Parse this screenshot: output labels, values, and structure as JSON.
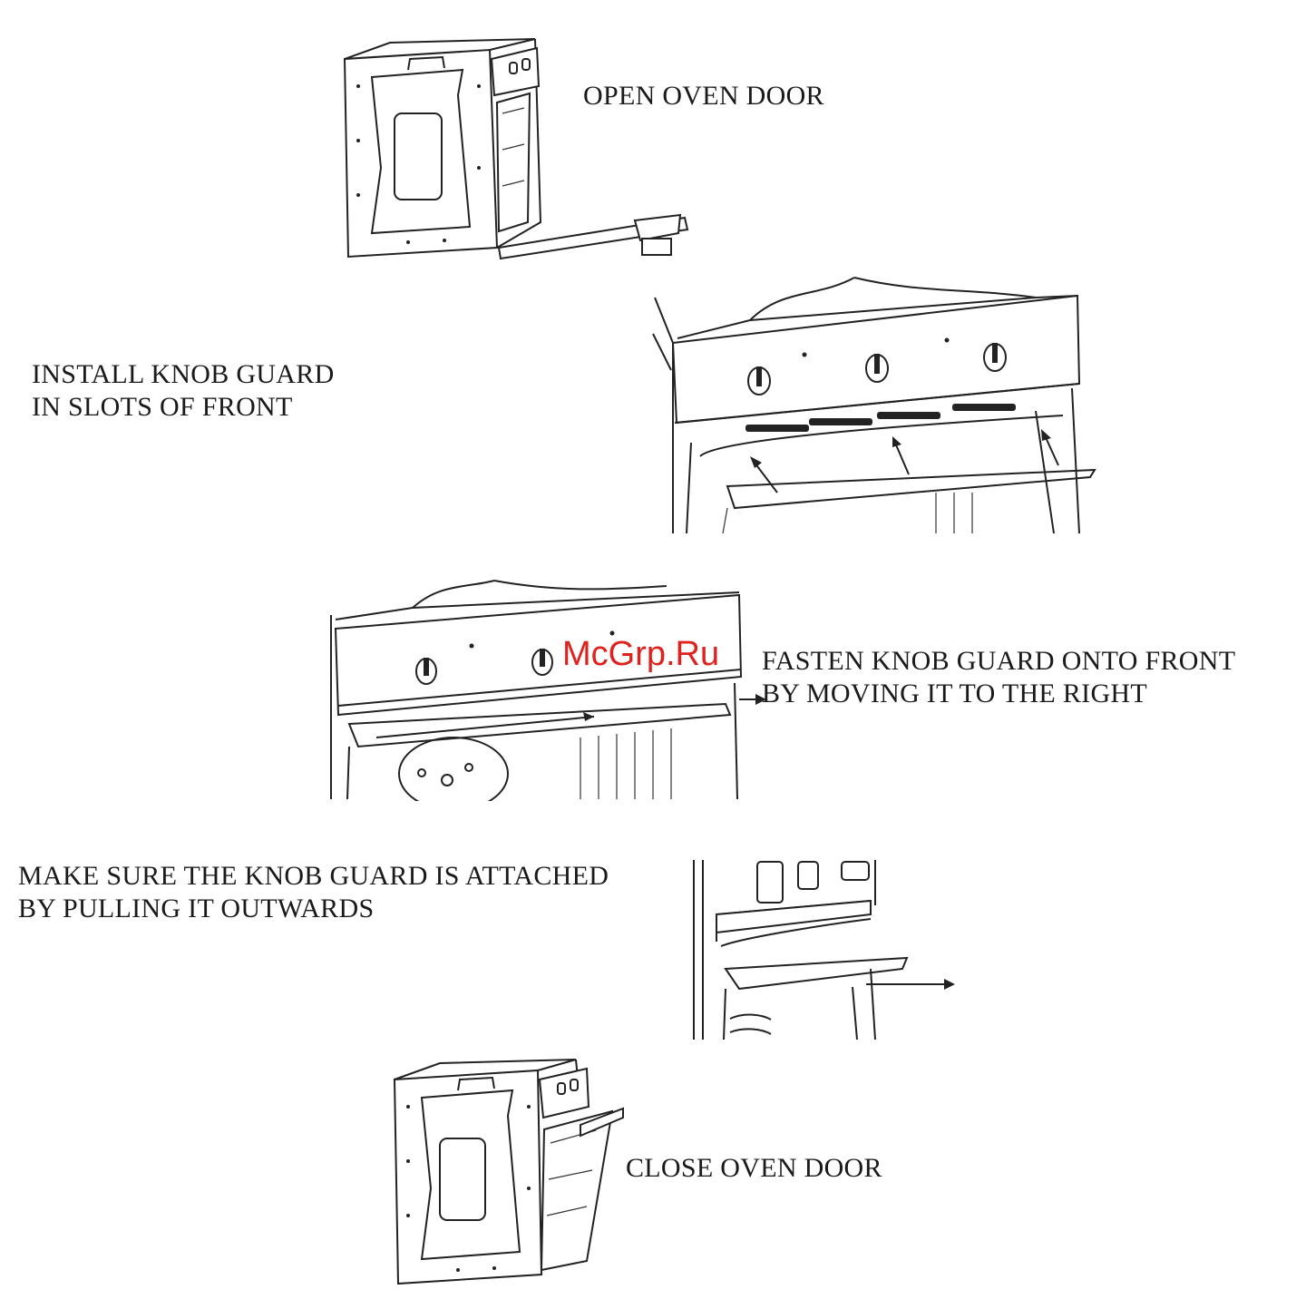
{
  "steps": [
    {
      "id": "open-door",
      "lines": [
        "OPEN OVEN DOOR"
      ]
    },
    {
      "id": "install-guard",
      "lines": [
        "INSTALL KNOB GUARD",
        "IN SLOTS OF FRONT"
      ]
    },
    {
      "id": "fasten-guard",
      "lines": [
        "FASTEN KNOB GUARD ONTO FRONT",
        "BY MOVING IT TO THE RIGHT"
      ]
    },
    {
      "id": "check-guard",
      "lines": [
        "MAKE SURE THE KNOB GUARD IS ATTACHED",
        "BY PULLING IT OUTWARDS"
      ]
    },
    {
      "id": "close-door",
      "lines": [
        "CLOSE OVEN DOOR"
      ]
    }
  ],
  "watermark": "McGrp.Ru",
  "colors": {
    "ink": "#1a1a1a",
    "watermark": "#e0221f",
    "background": "#ffffff"
  }
}
